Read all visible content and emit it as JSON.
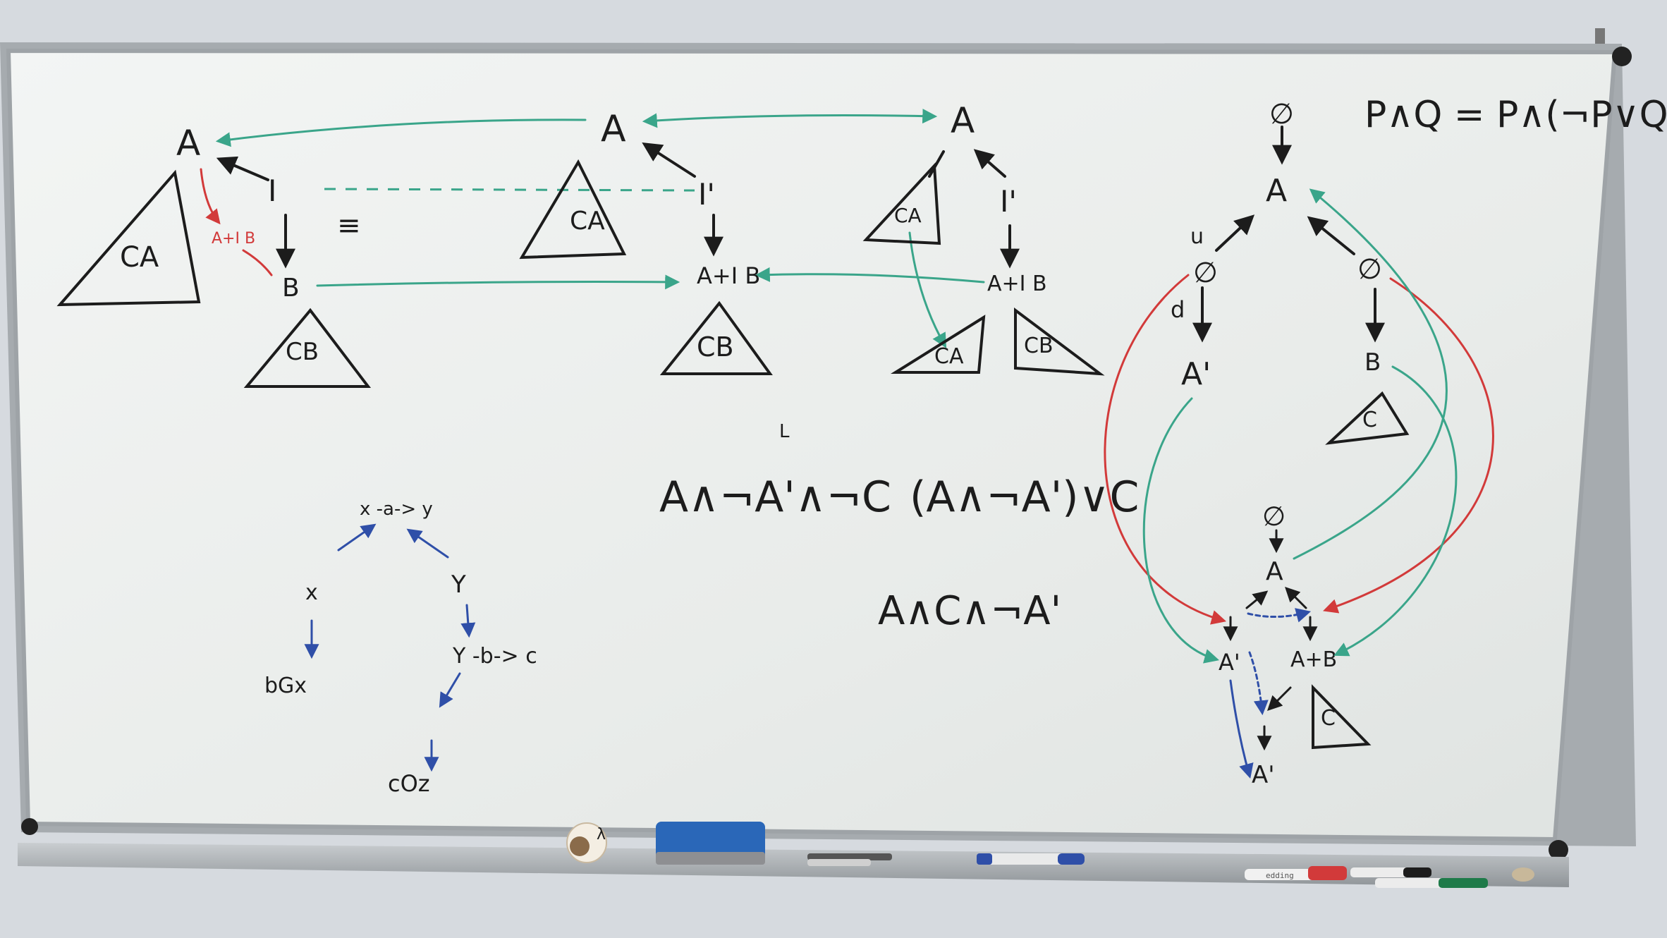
{
  "colors": {
    "wall": "#d9dde2",
    "board": "#eef0ef",
    "frame": "#a9aeb2",
    "ink_black": "#1c1c1c",
    "ink_green": "#3aa58a",
    "ink_red": "#d23a3a",
    "ink_blue": "#2f4fa8",
    "eraser": "#2a67b8"
  },
  "board": {
    "top_left": {
      "node_A": "A",
      "node_I": "I",
      "node_B": "B",
      "tri_CA": "CA",
      "tri_CB": "CB",
      "red_label": "A+I B",
      "equiv": "≡"
    },
    "top_middle": {
      "node_A": "A",
      "node_I": "I'",
      "node_AB": "A+I B",
      "tri_CA": "CA",
      "tri_CB": "CB"
    },
    "top_right": {
      "node_A": "A",
      "node_I": "I'",
      "node_AB": "A+I B",
      "tri_CA_top": "CA",
      "tri_CA_bottom": "CA",
      "tri_CB": "CB"
    },
    "formula_corner": "P∧Q = P∧(¬P∨Q)",
    "far_right_top": {
      "empty": "∅",
      "node_A": "A",
      "label_u": "u",
      "empty_left": "∅",
      "label_d": "d",
      "node_A_prime": "A'",
      "empty_right": "∅",
      "node_B": "B",
      "tri_C": "C"
    },
    "far_right_bottom": {
      "empty": "∅",
      "node_A": "A",
      "node_A_prime": "A'",
      "node_AB": "A+B",
      "node_A_prime_2": "A'",
      "tri_C": "C"
    },
    "middle_formulas": {
      "f1": "A∧¬A'∧¬C",
      "f2": "(A∧¬A')∨C",
      "f3": "A∧C∧¬A'",
      "mark": "L"
    },
    "bottom_left": {
      "top": "x -a-> y",
      "label_a": "a",
      "x": "x",
      "y": "Y",
      "bx": "bGx",
      "y_bc": "Y -b-> c",
      "label_b": "b",
      "cz": "cOz"
    }
  },
  "tray": {
    "magnet_label": "λ",
    "marker_brand": "edding"
  }
}
